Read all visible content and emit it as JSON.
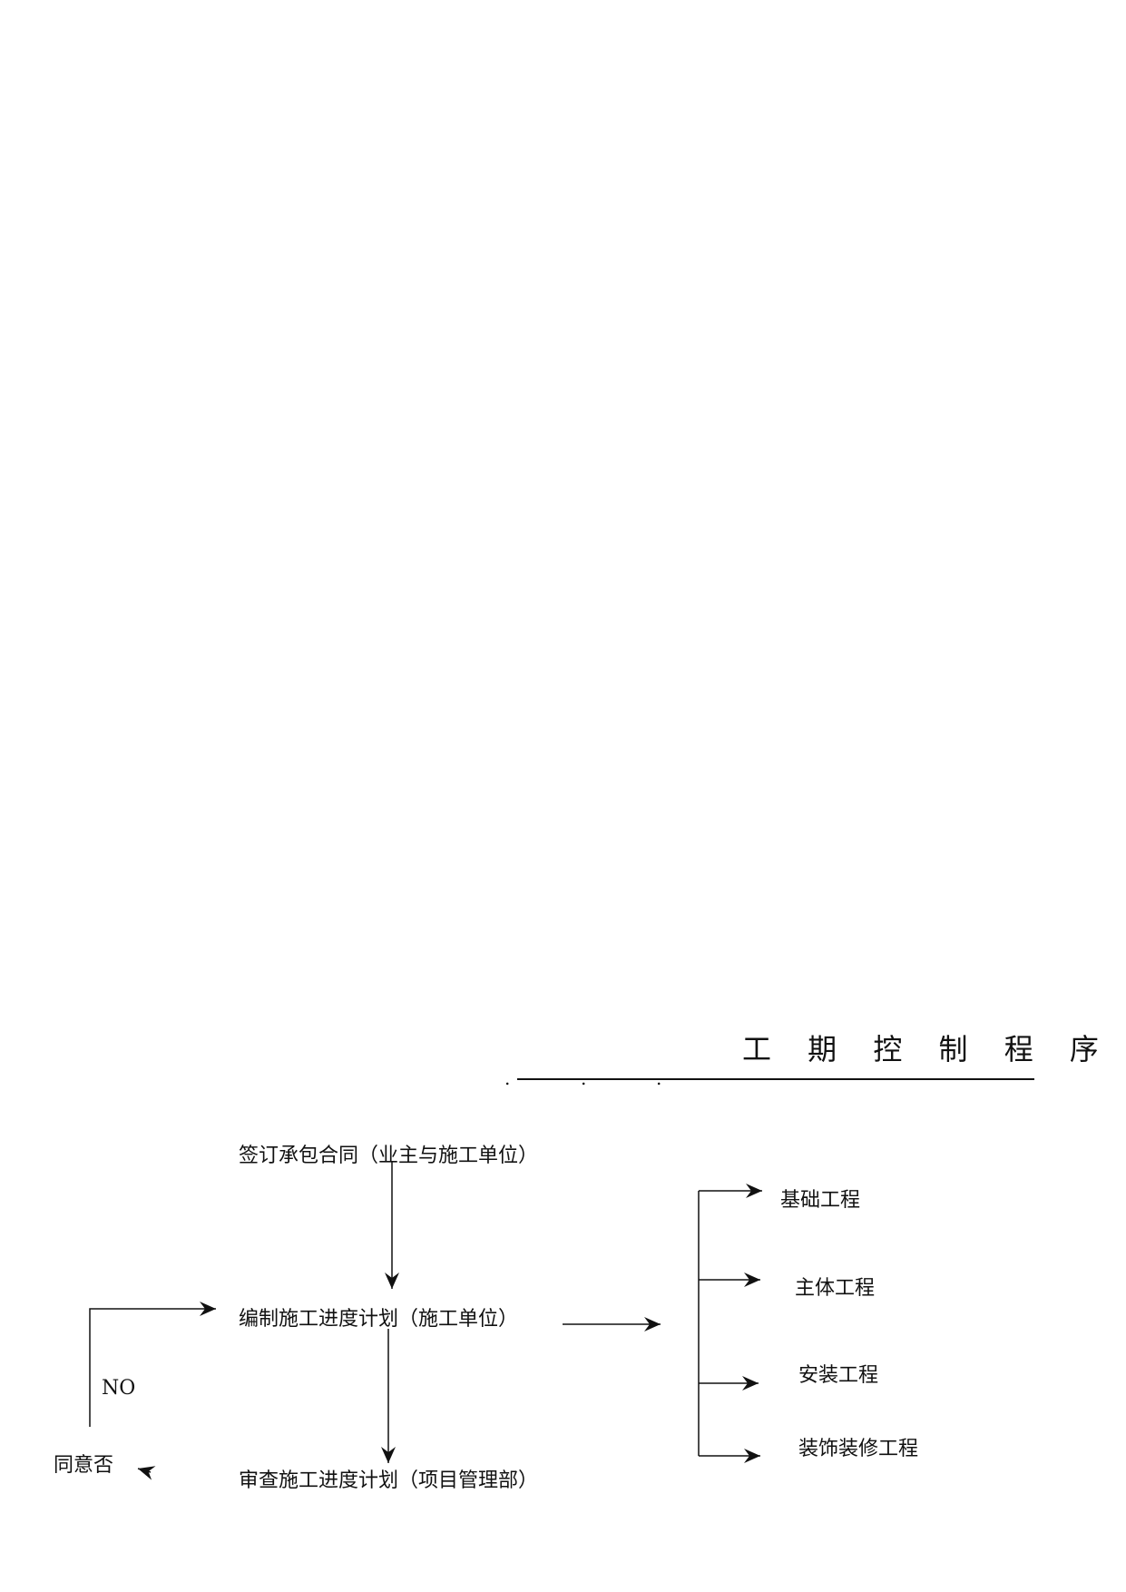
{
  "title": "工 期 控 制 程 序",
  "header_dots": [
    ".",
    ".",
    "."
  ],
  "nodes": {
    "sign_contract": "签订承包合同（业主与施工单位）",
    "compile_schedule": "编制施工进度计划（施工单位）",
    "review_schedule": "审查施工进度计划（项目管理部）",
    "agree": "同意否",
    "no_label": "NO"
  },
  "branches": [
    "基础工程",
    "主体工程",
    "安装工程",
    "装饰装修工程"
  ],
  "colors": {
    "line": "#111111",
    "text": "#111111",
    "background": "#ffffff"
  }
}
